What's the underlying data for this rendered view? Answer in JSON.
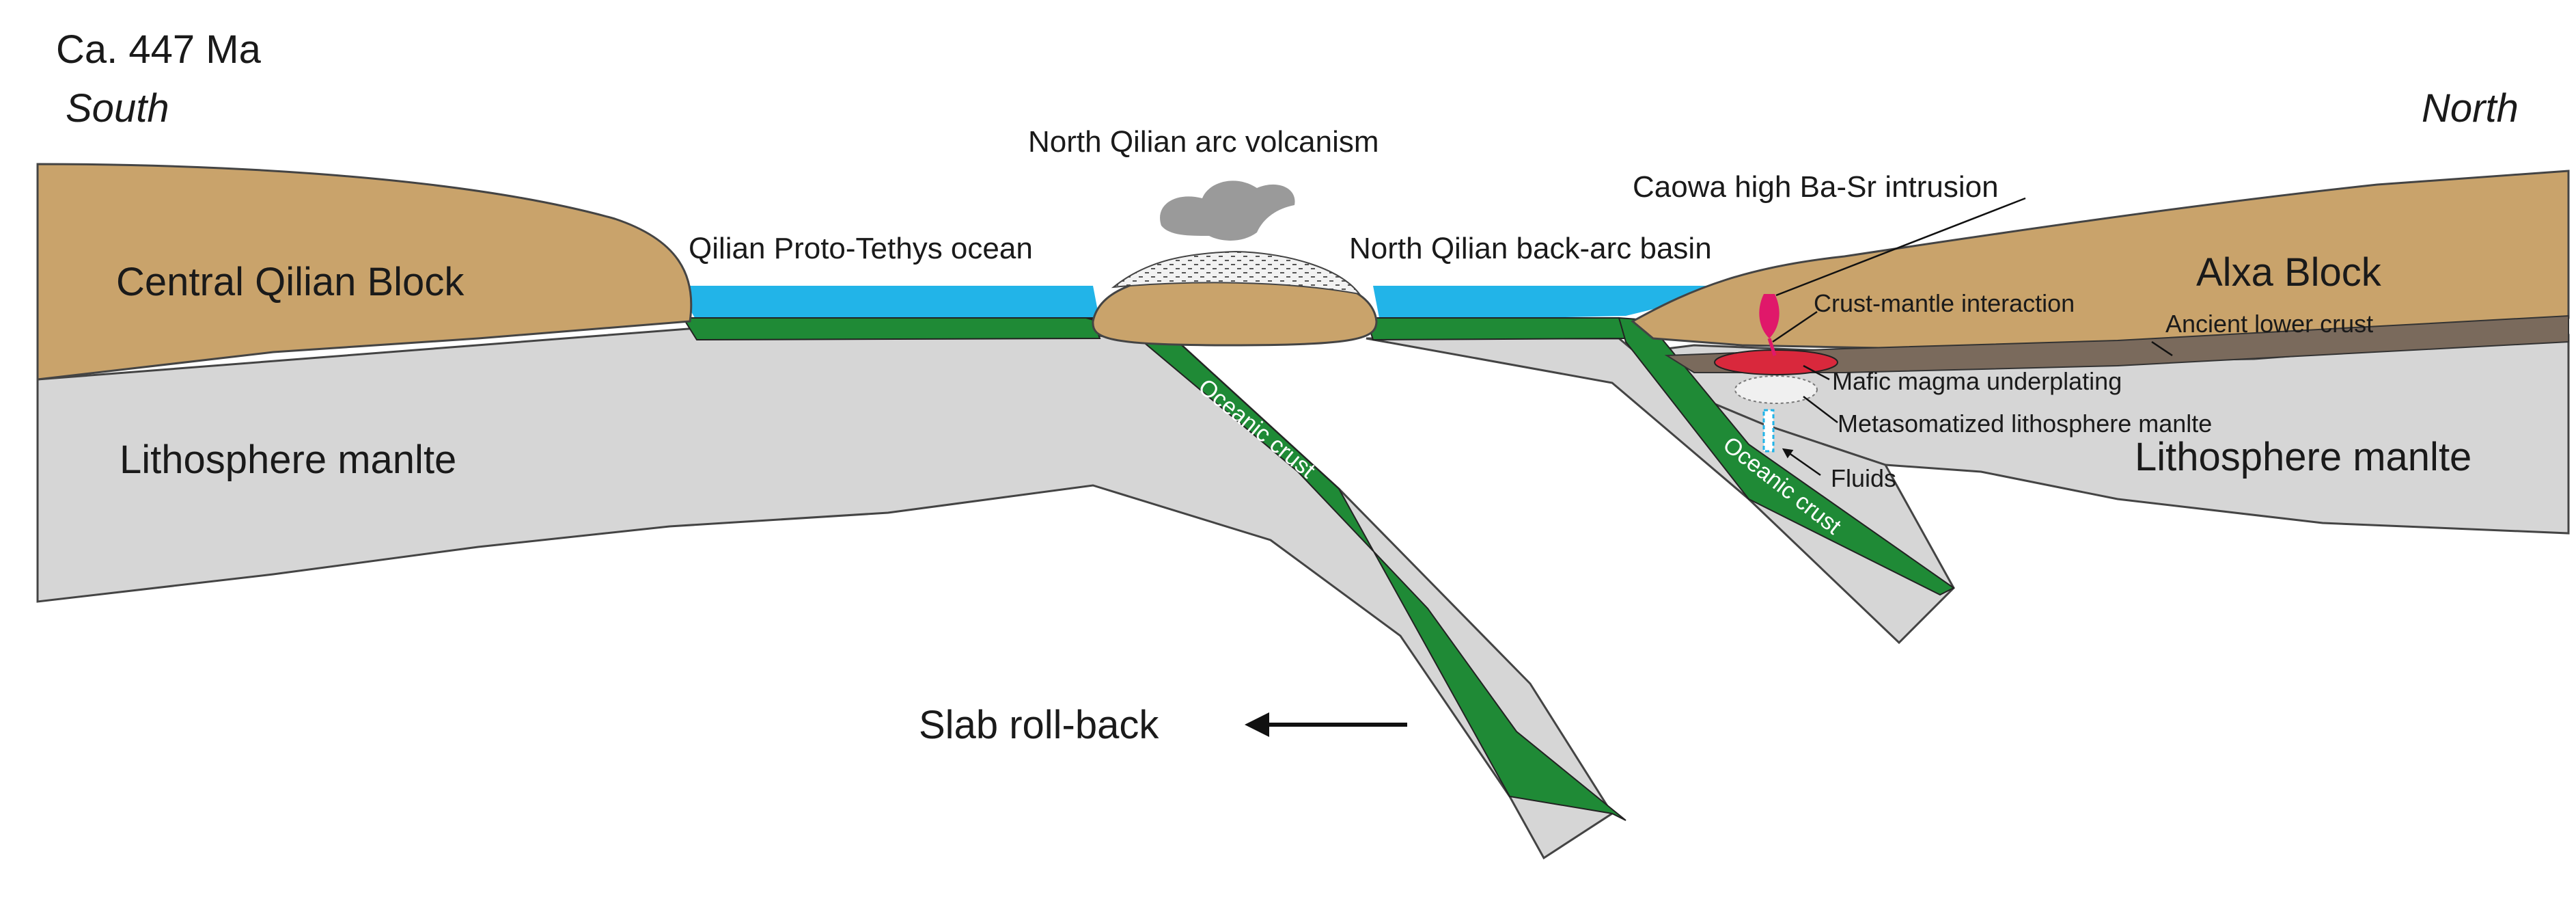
{
  "time": "Ca. 447 Ma",
  "directions": {
    "left": "South",
    "right": "North"
  },
  "blocks": {
    "central_qilian": "Central Qilian Block",
    "alxa": "Alxa Block",
    "mantle_left": "Lithosphere manlte",
    "mantle_right": "Lithosphere manlte"
  },
  "ocean_labels": {
    "proto_tethys": "Qilian Proto-Tethys ocean",
    "back_arc": "North Qilian back-arc basin",
    "arc_volcanism": "North Qilian arc volcanism"
  },
  "slab": {
    "oceanic_crust_1": "Oceanic crust",
    "oceanic_crust_2": "Oceanic crust",
    "roll_back": "Slab roll-back"
  },
  "annotations": {
    "caowa": "Caowa high Ba-Sr intrusion",
    "crust_mantle": "Crust-mantle interaction",
    "ancient_lower_crust": "Ancient lower crust",
    "mafic_underplating": "Mafic magma underplating",
    "metasomatized": "Metasomatized lithosphere manlte",
    "fluids": "Fluids"
  },
  "colors": {
    "crust": "#c9a36b",
    "mantle": "#d6d6d6",
    "ocean": "#22b4e8",
    "oceanic_crust": "#1f8a36",
    "lower_crust": "#7a6a5c",
    "magma": "#e0186a",
    "underplating": "#d9283c"
  }
}
